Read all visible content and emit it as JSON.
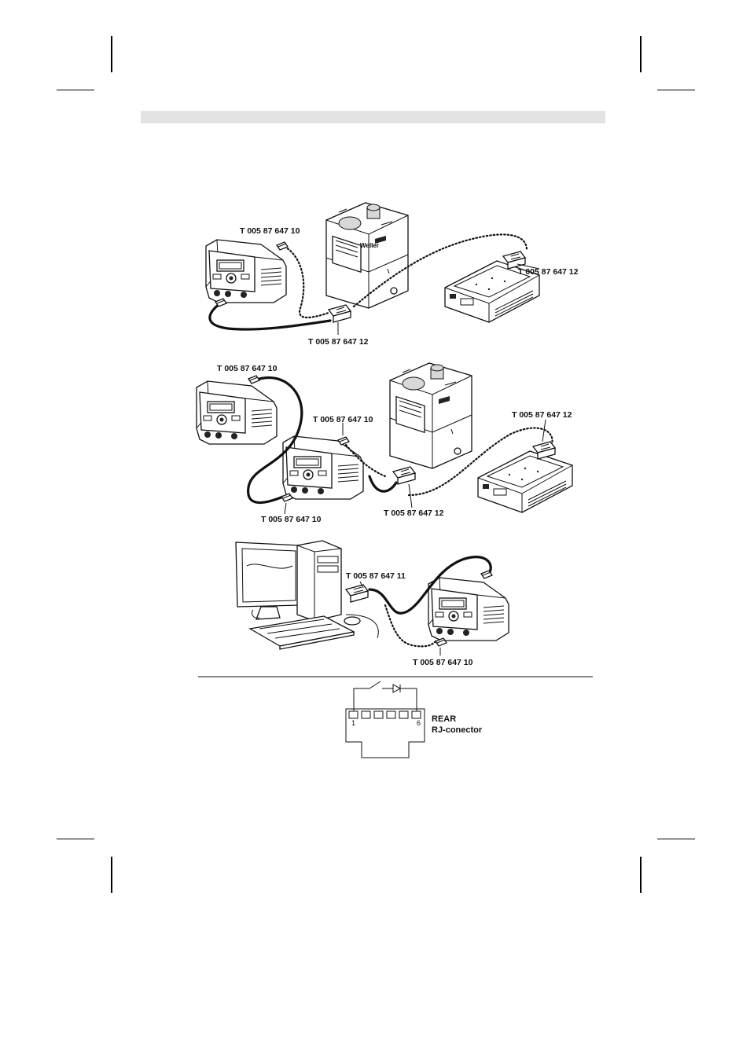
{
  "diagram1": {
    "label_rj_top": "T 005 87 647 10",
    "label_sub_right": "T 005 87 647 12",
    "label_sub_bottom": "T 005 87 647 12"
  },
  "diagram2": {
    "label_rj_top_left": "T 005 87 647 10",
    "label_rj_mid": "T 005 87 647 10",
    "label_sub_right": "T 005 87 647 12",
    "label_rj_bottom": "T 005 87 647 10",
    "label_sub_bottom": "T 005 87 647 12"
  },
  "diagram3": {
    "label_sub_pc": "T 005 87 647 11",
    "label_rj_bottom": "T 005 87 647 10"
  },
  "connector": {
    "pin_first": "1",
    "pin_last": "6",
    "rear": "REAR",
    "rj": "RJ-conector"
  },
  "brand": "Weller"
}
